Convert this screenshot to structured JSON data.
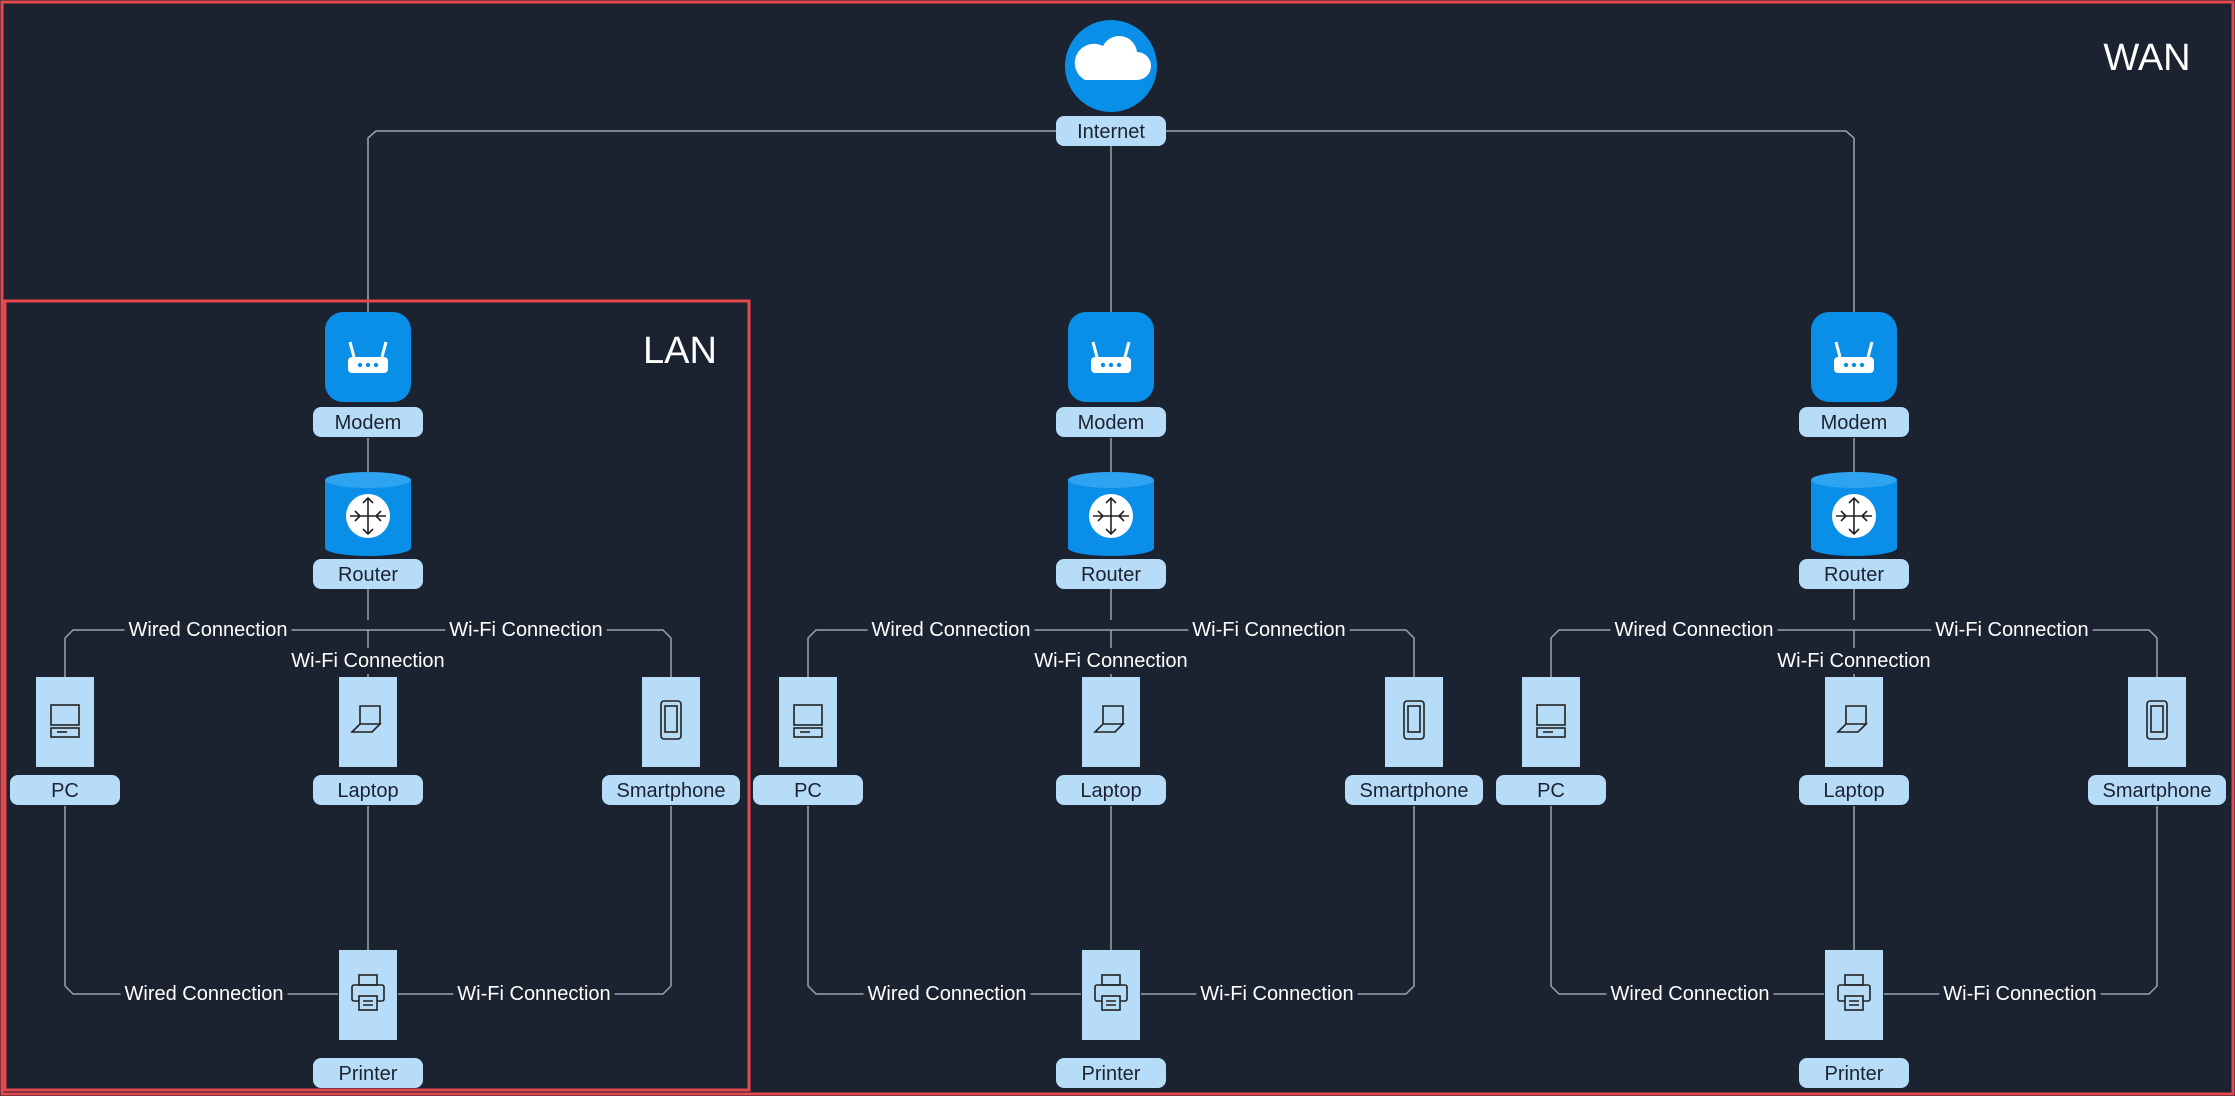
{
  "zones": {
    "wan": "WAN",
    "lan": "LAN"
  },
  "internet": {
    "label": "Internet",
    "icon": "cloud-icon"
  },
  "lans": [
    {
      "modem": "Modem",
      "router": "Router",
      "devices": {
        "pc": "PC",
        "laptop": "Laptop",
        "smartphone": "Smartphone",
        "printer": "Printer"
      },
      "connections": {
        "router_pc": "Wired Connection",
        "router_laptop": "Wi-Fi Connection",
        "router_smartphone": "Wi-Fi Connection",
        "pc_printer": "Wired Connection",
        "smartphone_printer": "Wi-Fi Connection"
      }
    },
    {
      "modem": "Modem",
      "router": "Router",
      "devices": {
        "pc": "PC",
        "laptop": "Laptop",
        "smartphone": "Smartphone",
        "printer": "Printer"
      },
      "connections": {
        "router_pc": "Wired Connection",
        "router_laptop": "Wi-Fi Connection",
        "router_smartphone": "Wi-Fi Connection",
        "pc_printer": "Wired Connection",
        "smartphone_printer": "Wi-Fi Connection"
      }
    },
    {
      "modem": "Modem",
      "router": "Router",
      "devices": {
        "pc": "PC",
        "laptop": "Laptop",
        "smartphone": "Smartphone",
        "printer": "Printer"
      },
      "connections": {
        "router_pc": "Wired Connection",
        "router_laptop": "Wi-Fi Connection",
        "router_smartphone": "Wi-Fi Connection",
        "pc_printer": "Wired Connection",
        "smartphone_printer": "Wi-Fi Connection"
      }
    }
  ],
  "colors": {
    "background": "#1b2230",
    "node_blue": "#0a8fe8",
    "label_bg": "#b7dcf7",
    "zone_frame": "#e5484d",
    "wire": "#9aa3ad"
  }
}
